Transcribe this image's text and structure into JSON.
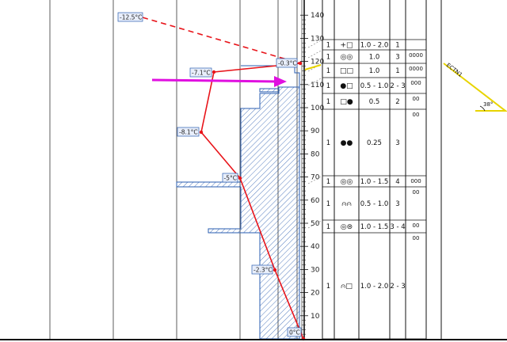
{
  "axis": {
    "ticks": [
      "140",
      "130",
      "120",
      "110",
      "100",
      "90",
      "80",
      "70",
      "60",
      "50",
      "40",
      "30",
      "20",
      "10"
    ]
  },
  "temperatures": [
    {
      "label": "-12.5°C",
      "depth": 138
    },
    {
      "label": "-0.3°C",
      "depth": 120
    },
    {
      "label": "-7.1°C",
      "depth": 116
    },
    {
      "label": "-8.1°C",
      "depth": 90
    },
    {
      "label": "-5°C",
      "depth": 70
    },
    {
      "label": "-2.3°C",
      "depth": 30
    },
    {
      "label": "0°C",
      "depth": 2
    }
  ],
  "layers": [
    {
      "c1": "1",
      "sym": "+□",
      "range": "1.0 - 2.0",
      "val": "1",
      "code": ""
    },
    {
      "c1": "1",
      "sym": "◎◎",
      "range": "1.0",
      "val": "3",
      "code": "0000"
    },
    {
      "c1": "1",
      "sym": "□□",
      "range": "1.0",
      "val": "1",
      "code": "0000"
    },
    {
      "c1": "1",
      "sym": "●□",
      "range": "0.5 - 1.0",
      "val": "2 - 3",
      "code": "000"
    },
    {
      "c1": "1",
      "sym": "□●",
      "range": "0.5",
      "val": "2",
      "code": "00"
    },
    {
      "c1": "1",
      "sym": "●●",
      "range": "0.25",
      "val": "3",
      "code": "00"
    },
    {
      "c1": "1",
      "sym": "◎◎",
      "range": "1.0 - 1.5",
      "val": "4",
      "code": "000"
    },
    {
      "c1": "1",
      "sym": "⩀⩀",
      "range": "0.5 - 1.0",
      "val": "3",
      "code": "00"
    },
    {
      "c1": "1",
      "sym": "◎⊜",
      "range": "1.0 - 1.5",
      "val": "3 - 4",
      "code": "00"
    },
    {
      "c1": "1",
      "sym": "⩀□",
      "range": "1.0 - 2.0",
      "val": "2 - 3",
      "code": "00"
    }
  ],
  "slope": {
    "label": "ECTN1",
    "angle": "38°"
  },
  "colors": {
    "temp_line": "#e8141a",
    "arrow": "#e010e0",
    "hatch": "#2a5db0",
    "slope": "#e8d400"
  }
}
